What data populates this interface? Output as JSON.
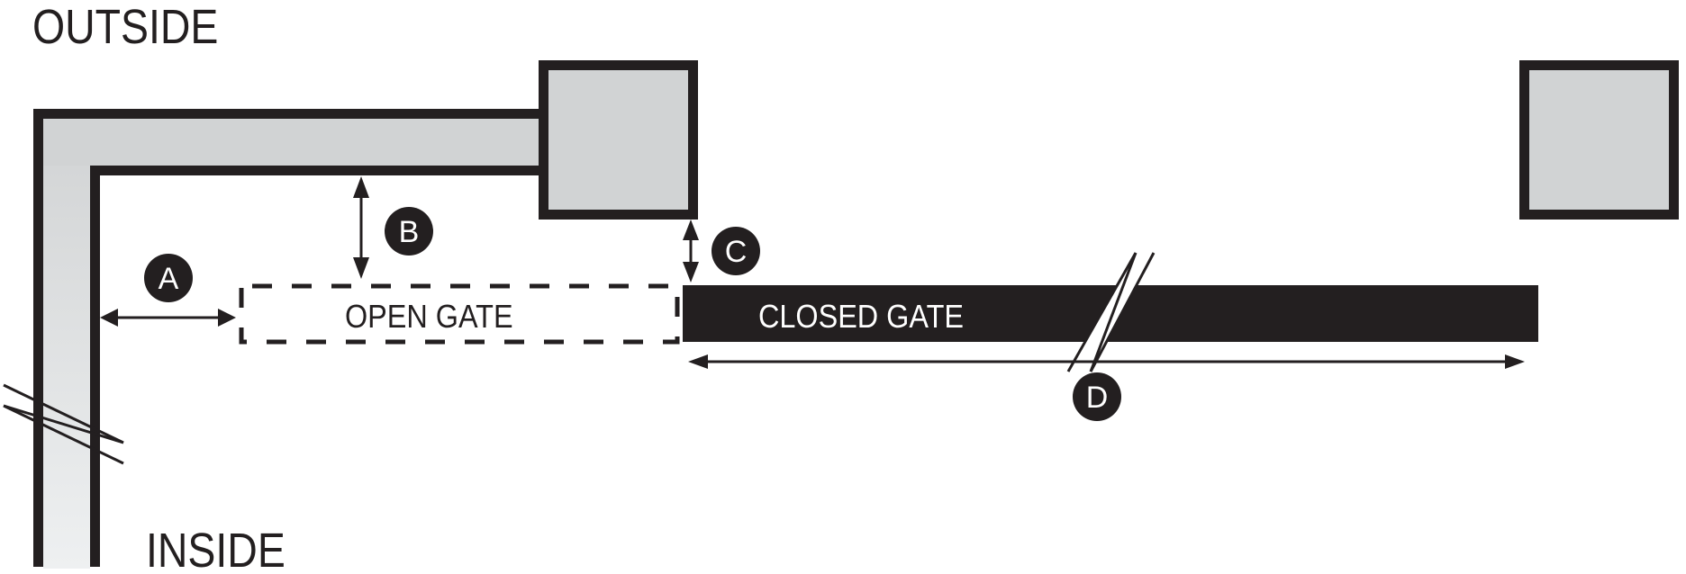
{
  "labels": {
    "outside": "OUTSIDE",
    "inside": "INSIDE",
    "open_gate": "OPEN GATE",
    "closed_gate": "CLOSED GATE"
  },
  "dimensions": {
    "a": "A",
    "b": "B",
    "c": "C",
    "d": "D"
  },
  "colors": {
    "ink": "#231f20",
    "wall_fill": "#d1d3d4",
    "background": "#ffffff"
  }
}
